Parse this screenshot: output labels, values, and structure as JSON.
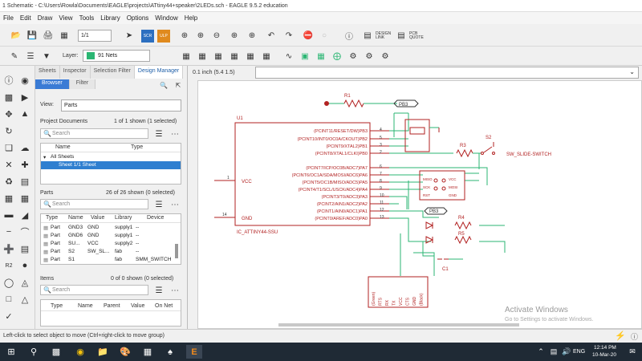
{
  "window": {
    "title": "1 Schematic - C:\\Users\\Rowla\\Documents\\EAGLE\\projects\\ATtiny44+speaker\\2LEDs.sch - EAGLE 9.5.2 education"
  },
  "menu": [
    "File",
    "Edit",
    "Draw",
    "View",
    "Tools",
    "Library",
    "Options",
    "Window",
    "Help"
  ],
  "toolbar": {
    "sheet_value": "1/1",
    "design_link": "DESIGN LINK",
    "pcb_quote": "PCB QUOTE",
    "layer_label": "Layer:",
    "layer_value": "91 Nets",
    "layer_color": "#2bb673"
  },
  "coords": {
    "grid_readout": "0.1 inch (5.4 1.5)"
  },
  "panel": {
    "tabs": [
      "Sheets",
      "Inspector",
      "Selection Filter",
      "Design Manager"
    ],
    "active_tab": "Design Manager",
    "subtabs": [
      "Browser",
      "Filter"
    ],
    "view_label": "View:",
    "view_value": "Parts",
    "project_docs_title": "Project Documents",
    "project_docs_count": "1 of 1 shown (1 selected)",
    "search_placeholder": "Search",
    "docs_columns": [
      "Name",
      "Type"
    ],
    "docs_rows": [
      "All Sheets",
      "Sheet 1/1 Sheet"
    ],
    "parts_title": "Parts",
    "parts_count": "26 of 26 shown (0 selected)",
    "parts_columns": [
      "Type",
      "Name",
      "Value",
      "Library",
      "Device"
    ],
    "parts_rows": [
      [
        "Part",
        "GND3",
        "GND",
        "supply1",
        "--"
      ],
      [
        "Part",
        "GND6",
        "GND",
        "supply1",
        "--"
      ],
      [
        "Part",
        "SU...",
        "VCC",
        "supply2",
        "--"
      ],
      [
        "Part",
        "S2",
        "SW_SL...",
        "fab",
        "--"
      ],
      [
        "Part",
        "S1",
        "",
        "fab",
        "SMM_SWITCH"
      ]
    ],
    "items_title": "Items",
    "items_count": "0 of 0 shown (0 selected)",
    "items_columns": [
      "Type",
      "Name",
      "Parent",
      "Value",
      "On Net"
    ]
  },
  "schematic": {
    "ic_ref": "U1",
    "ic_name": "IC_ATTINY44-SSU",
    "ic_vcc_label": "VCC",
    "ic_gnd_label": "GND",
    "ic_vcc_pin": "1",
    "ic_gnd_pin": "14",
    "ic_pins": [
      "(PCINT11/RESET/DW)PB3",
      "(PCINT10/INT0/OC0A/CKOUT)PB2",
      "(PCINT9/XTAL2)PB1",
      "(PCINT8/XTAL1/CLKI)PB0",
      "(PCINT7/ICP/OC0B/ADC7)PA7",
      "(PCINT6/OC1A/SDA/MOSI/ADC6)PA6",
      "(PCINT5/OC1B/MISO/ADC5)PA5",
      "(PCINT4/T1/SCL/USCK/ADC4)PA4",
      "(PCINT3/T0/ADC3)PA3",
      "(PCINT2/AIN1/ADC2)PA2",
      "(PCINT1/AIN0/ADC1)PA1",
      "(PCINT0/AREF/ADC0)PA0"
    ],
    "ic_pin_numbers": [
      "4",
      "5",
      "3",
      "2",
      "6",
      "7",
      "8",
      "9",
      "10",
      "11",
      "12",
      "13"
    ],
    "r1_label": "R1",
    "r3_label": "R3",
    "r4_label": "R4",
    "r5_label": "R5",
    "pb3_label": "PB3",
    "switch_ref": "S2",
    "switch_name": "SW_SLIDE-SWITCH",
    "isp_pins": [
      "MISO",
      "SCK",
      "RST",
      "VCC",
      "MOSI",
      "GND"
    ],
    "cap_label": "C1",
    "ftdi_pins": [
      "(Green)",
      "RTS",
      "RX",
      "TX",
      "VCC",
      "CTS",
      "GND",
      "(Black)"
    ]
  },
  "watermark": {
    "line1": "Activate Windows",
    "line2": "Go to Settings to activate Windows."
  },
  "status": {
    "text": "Left-click to select object to move (Ctrl+right-click to move group)"
  },
  "taskbar": {
    "lang": "ENG",
    "time": "12:14 PM",
    "date": "10-Mar-20"
  },
  "colors": {
    "wire": "#2bb673",
    "part": "#b22222",
    "accent": "#3a7bd5"
  }
}
